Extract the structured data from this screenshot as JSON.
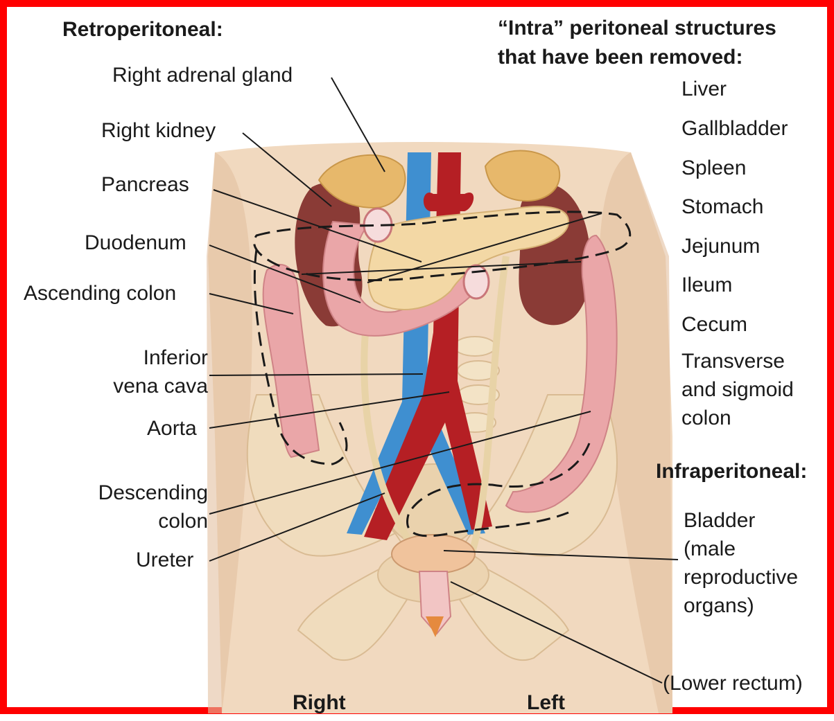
{
  "headings": {
    "retroperitoneal": "Retroperitoneal:",
    "intra_line1": "“Intra” peritoneal structures",
    "intra_line2": "that have been removed:",
    "infraperitoneal": "Infraperitoneal:"
  },
  "left_labels": {
    "right_adrenal_gland": "Right adrenal gland",
    "right_kidney": "Right kidney",
    "pancreas": "Pancreas",
    "duodenum": "Duodenum",
    "ascending_colon": "Ascending colon",
    "ivc_line1": "Inferior",
    "ivc_line2": "vena cava",
    "aorta": "Aorta",
    "descending_line1": "Descending",
    "descending_line2": "colon",
    "ureter": "Ureter"
  },
  "removed_list": [
    "Liver",
    "Gallbladder",
    "Spleen",
    "Stomach",
    "Jejunum",
    "Ileum",
    "Cecum"
  ],
  "removed_last": [
    "Transverse",
    "and sigmoid",
    "colon"
  ],
  "infra_list": {
    "bladder_lines": [
      "Bladder",
      "(male",
      "reproductive",
      "organs)"
    ],
    "lower_rectum": "(Lower rectum)"
  },
  "orientation": {
    "right": "Right",
    "left": "Left"
  },
  "colors": {
    "border": "#ff0000",
    "skin": "#f1d9bf",
    "kidney": "#8a3b36",
    "adrenal": "#e7b86b",
    "pancreas": "#f3d8a5",
    "aorta": "#b51f24",
    "vena_cava": "#3f8fd0",
    "colon": "#eaa6a8",
    "bone": "#f0dcbd",
    "ureter": "#e8d3a7"
  }
}
